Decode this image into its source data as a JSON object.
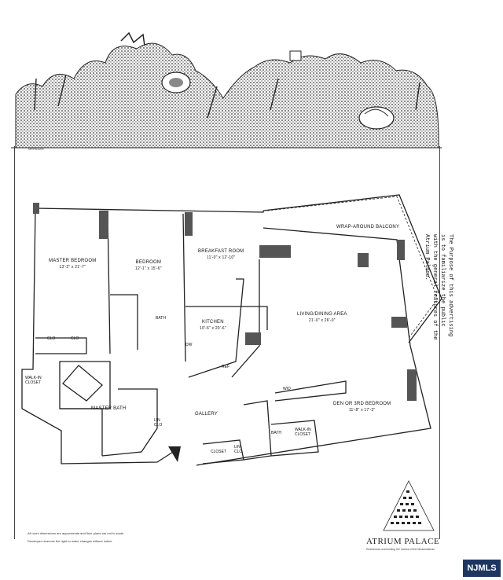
{
  "top_small_text": "MERIDIAN",
  "rooms": {
    "master_bedroom": {
      "name": "MASTER BEDROOM",
      "dims": "13'-2\" x 21'-7\""
    },
    "bedroom": {
      "name": "BEDROOM",
      "dims": "12'-1\" x 15'-6\""
    },
    "breakfast_room": {
      "name": "BREAKFAST ROOM",
      "dims": "11'-0\" x 12'-10\""
    },
    "wrap_balcony": {
      "name": "WRAP-AROUND BALCONY"
    },
    "living_dining": {
      "name": "LIVING/DINING AREA",
      "dims": "21'-0\" x 26'-0\""
    },
    "kitchen": {
      "name": "KITCHEN",
      "dims": "10'-6\" x 20'-6\""
    },
    "den": {
      "name": "DEN OR 3RD BEDROOM",
      "dims": "11'-8\" x 17'-3\""
    },
    "master_bath": {
      "name": "MASTER BATH"
    },
    "gallery": {
      "name": "GALLERY"
    }
  },
  "small_labels": {
    "clo1": "CLO",
    "clo2": "CLO",
    "walkin_closet": "WALK-IN CLOSET",
    "bath": "BATH",
    "dw": "DW",
    "ref": "REF",
    "lin": "LIN CLO",
    "closet": "CLOSET",
    "lin2": "LIN CLO",
    "bath2": "BATH",
    "walkin_closet2": "WALK-IN CLOSET",
    "wd": "W/D"
  },
  "vertical_note": [
    "The Purpose of this advertising",
    "is to familiarize the public",
    "with the general features of the",
    "Atrium Palace."
  ],
  "footnote": "All room dimensions are approximate and floor plans are not to scale.",
  "footnote2": "Developer reserves the right to make changes without notice.",
  "brand": "ATRIUM PALACE",
  "brand_sub": "Residences overlooking the marina of the Meadowlands",
  "badge": "NJMLS"
}
